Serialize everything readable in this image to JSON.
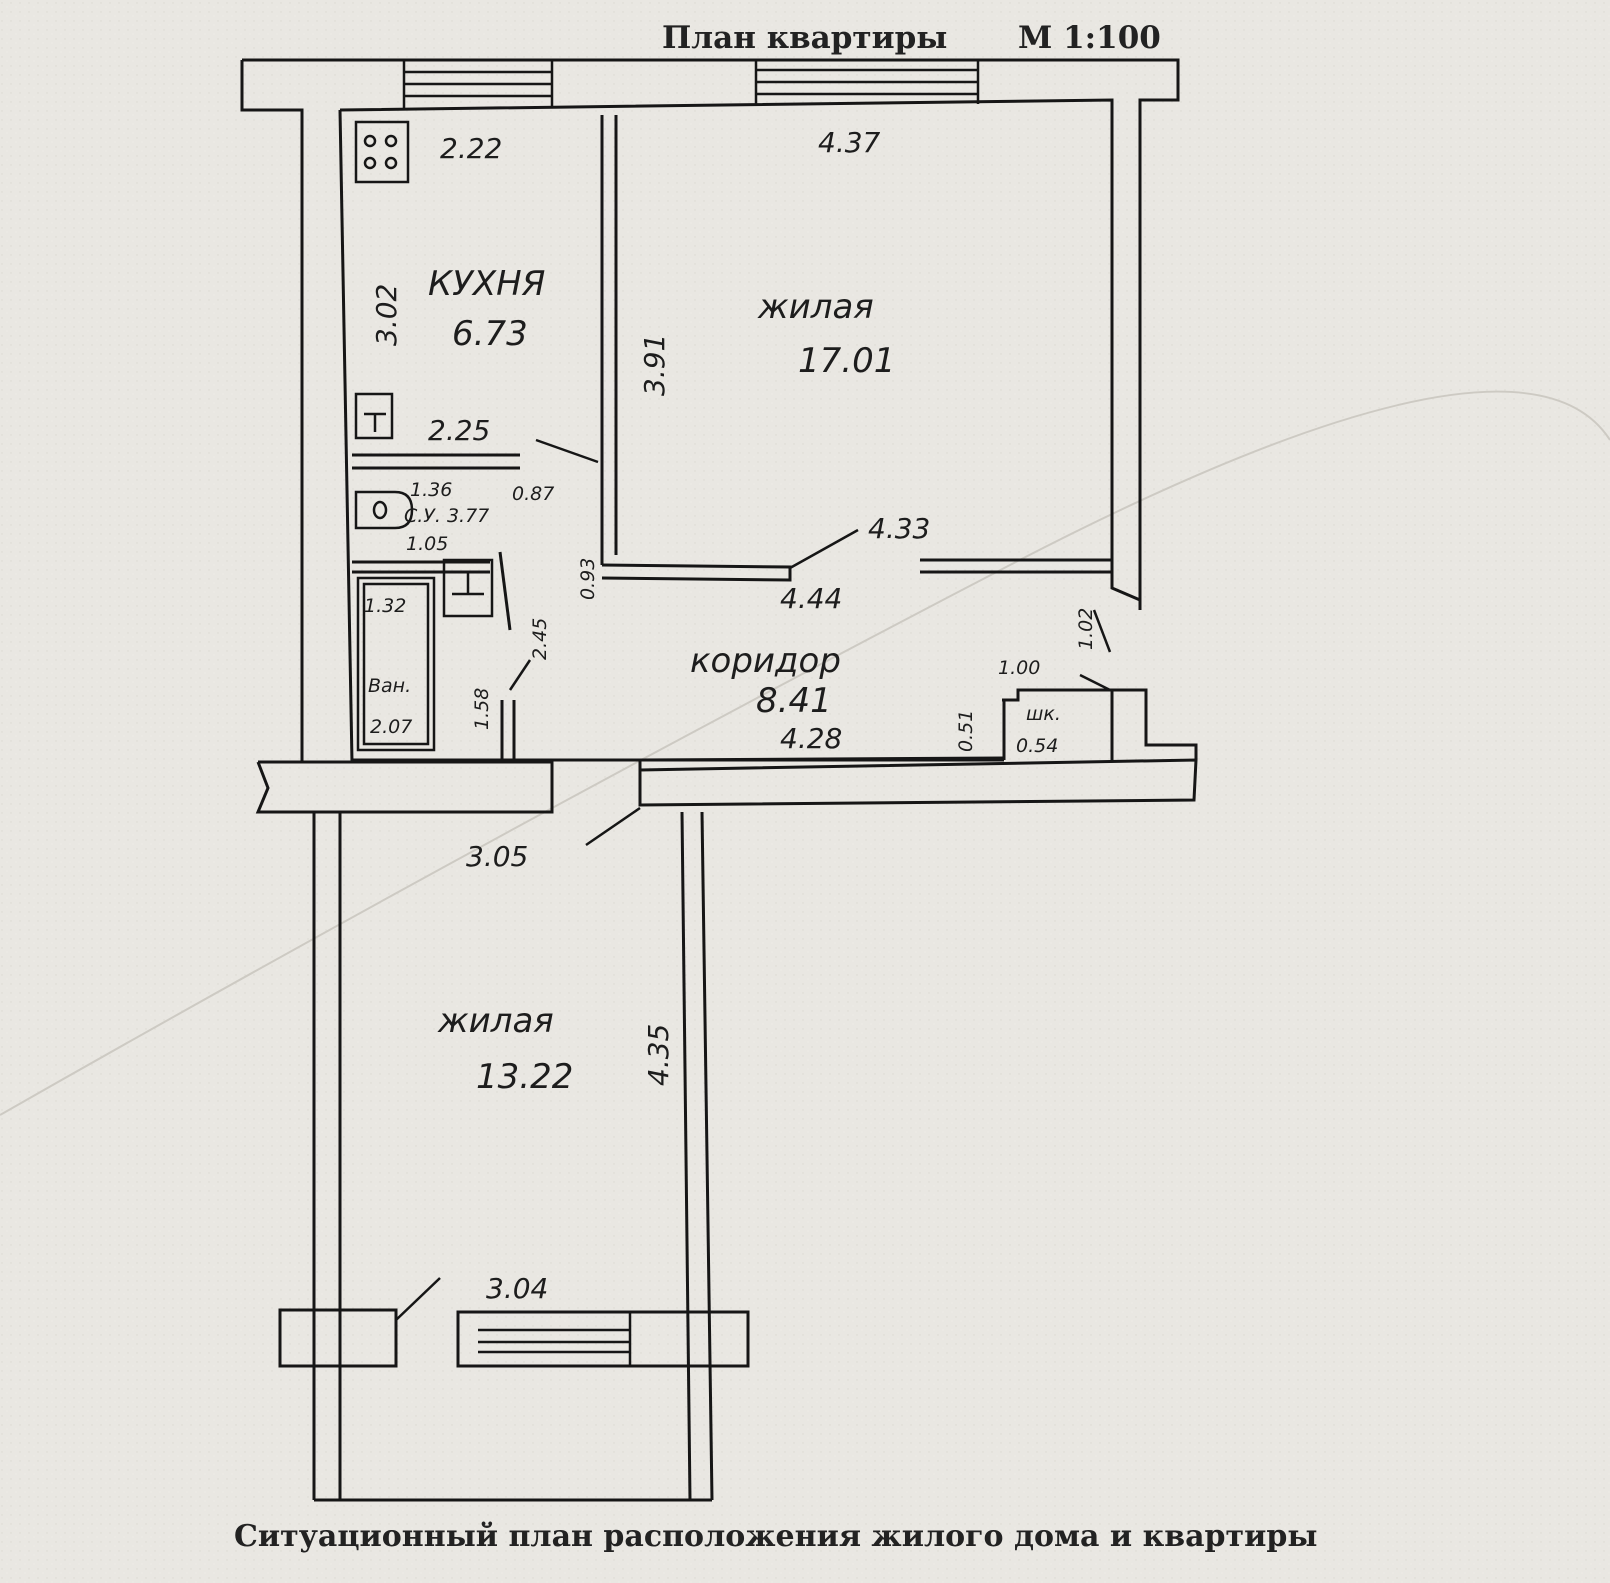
{
  "header": {
    "title": "План квартиры",
    "scale": "М 1:100"
  },
  "footer": {
    "caption": "Ситуационный план расположения жилого дома и квартиры"
  },
  "rooms": {
    "kitchen": {
      "name": "КУХНЯ",
      "area": "6.73"
    },
    "living_top": {
      "name": "жилая",
      "area": "17.01"
    },
    "corridor": {
      "name": "коридор",
      "area": "8.41"
    },
    "living_bottom": {
      "name": "жилая",
      "area": "13.22"
    },
    "bath": {
      "name": "Ван.",
      "area": "2.07"
    },
    "wc": {
      "area": "С.У. 3.77"
    },
    "closet": {
      "name": "шк.",
      "area": "0.54"
    }
  },
  "dims": {
    "kitchen_width": "2.22",
    "kitchen_length": "3.02",
    "kitchen_bottom": "2.25",
    "living_top_width": "4.37",
    "living_top_height": "3.91",
    "living_top_bottom": "4.33",
    "corridor_top": "4.44",
    "corridor_bottom": "4.28",
    "corridor_side": "0.93",
    "wc_width": "1.36",
    "wc_depth": "0.87",
    "wc_bottom": "1.05",
    "bath_width": "1.32",
    "bath_length": "1.58",
    "bath_side": "2.45",
    "closet_width": "1.00",
    "closet_depth": "0.51",
    "closet_top": "1.02",
    "living_bottom_top": "3.05",
    "living_bottom_length": "4.35",
    "living_bottom_bottom": "3.04"
  }
}
